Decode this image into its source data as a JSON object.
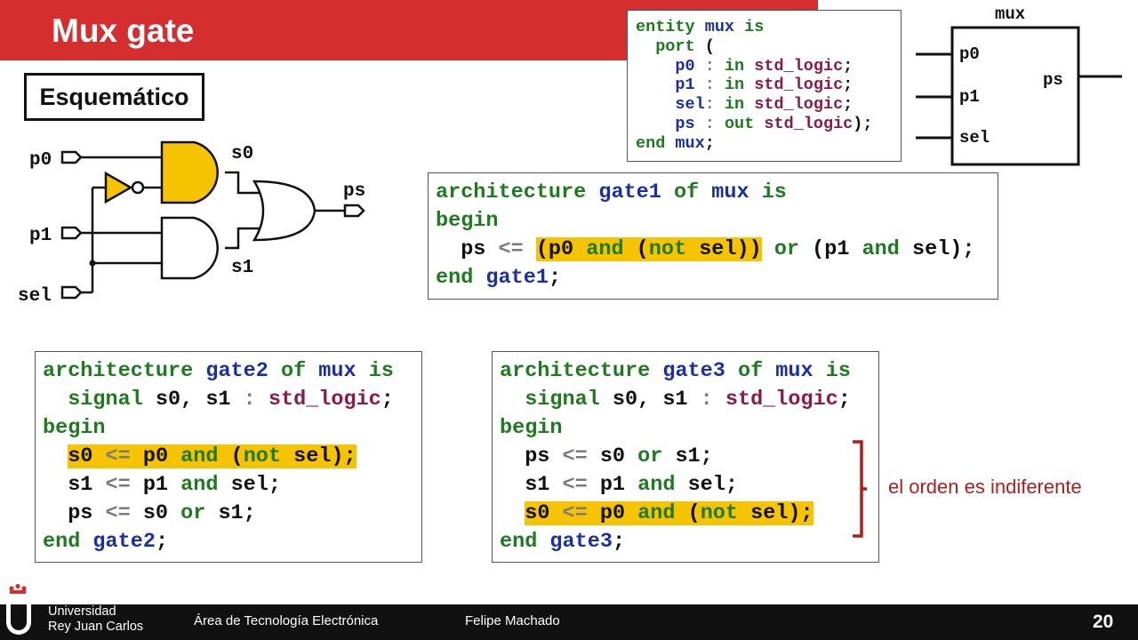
{
  "slide": {
    "title": "Mux gate",
    "section_label": "Esquemático",
    "page_number": "20"
  },
  "schematic": {
    "inputs": [
      "p0",
      "p1",
      "sel"
    ],
    "signals": [
      "s0",
      "s1"
    ],
    "output": "ps",
    "colors": {
      "and_top_fill": "#f6c300",
      "inverter_fill": "#f6c300",
      "stroke": "#111111"
    }
  },
  "block": {
    "name": "mux",
    "ports_in": [
      "p0",
      "p1",
      "sel"
    ],
    "port_out": "ps"
  },
  "entity_code": [
    [
      [
        "kw",
        "entity "
      ],
      [
        "id",
        "mux"
      ],
      [
        "kw",
        " is"
      ]
    ],
    [
      [
        "kw",
        "  port "
      ],
      [
        "tx",
        "("
      ]
    ],
    [
      [
        "id",
        "    p0 "
      ],
      [
        "op",
        ": "
      ],
      [
        "kw",
        "in "
      ],
      [
        "ty",
        "std_logic"
      ],
      [
        "tx",
        ";"
      ]
    ],
    [
      [
        "id",
        "    p1 "
      ],
      [
        "op",
        ": "
      ],
      [
        "kw",
        "in "
      ],
      [
        "ty",
        "std_logic"
      ],
      [
        "tx",
        ";"
      ]
    ],
    [
      [
        "id",
        "    sel"
      ],
      [
        "op",
        ": "
      ],
      [
        "kw",
        "in "
      ],
      [
        "ty",
        "std_logic"
      ],
      [
        "tx",
        ";"
      ]
    ],
    [
      [
        "id",
        "    ps "
      ],
      [
        "op",
        ": "
      ],
      [
        "kw",
        "out "
      ],
      [
        "ty",
        "std_logic"
      ],
      [
        "tx",
        ");"
      ]
    ],
    [
      [
        "kw",
        "end "
      ],
      [
        "id",
        "mux"
      ],
      [
        "tx",
        ";"
      ]
    ]
  ],
  "gate1_code": [
    [
      [
        "kw",
        "architecture "
      ],
      [
        "id",
        "gate1 "
      ],
      [
        "kw",
        "of "
      ],
      [
        "id",
        "mux "
      ],
      [
        "kw",
        "is"
      ]
    ],
    [
      [
        "kw",
        "begin"
      ]
    ],
    [
      [
        "tx",
        "  ps "
      ],
      [
        "op",
        "<= "
      ],
      [
        "hl:tx",
        "(p0 "
      ],
      [
        "hl:kw",
        "and "
      ],
      [
        "hl:tx",
        "("
      ],
      [
        "hl:kw",
        "not "
      ],
      [
        "hl:tx",
        "sel))"
      ],
      [
        "kw",
        " or "
      ],
      [
        "tx",
        "(p1 "
      ],
      [
        "kw",
        "and "
      ],
      [
        "tx",
        "sel);"
      ]
    ],
    [
      [
        "kw",
        "end "
      ],
      [
        "id",
        "gate1"
      ],
      [
        "tx",
        ";"
      ]
    ]
  ],
  "gate2_code": [
    [
      [
        "kw",
        "architecture "
      ],
      [
        "id",
        "gate2 "
      ],
      [
        "kw",
        "of "
      ],
      [
        "id",
        "mux "
      ],
      [
        "kw",
        "is"
      ]
    ],
    [
      [
        "kw",
        "  signal "
      ],
      [
        "tx",
        "s0, s1 "
      ],
      [
        "op",
        ": "
      ],
      [
        "ty",
        "std_logic"
      ],
      [
        "tx",
        ";"
      ]
    ],
    [
      [
        "kw",
        "begin"
      ]
    ],
    [
      [
        "tx",
        "  "
      ],
      [
        "hl:tx",
        "s0 "
      ],
      [
        "hl:op",
        "<= "
      ],
      [
        "hl:tx",
        "p0 "
      ],
      [
        "hl:kw",
        "and "
      ],
      [
        "hl:tx",
        "("
      ],
      [
        "hl:kw",
        "not "
      ],
      [
        "hl:tx",
        "sel);"
      ]
    ],
    [
      [
        "tx",
        "  s1 "
      ],
      [
        "op",
        "<= "
      ],
      [
        "tx",
        "p1 "
      ],
      [
        "kw",
        "and "
      ],
      [
        "tx",
        "sel;"
      ]
    ],
    [
      [
        "tx",
        "  ps "
      ],
      [
        "op",
        "<= "
      ],
      [
        "tx",
        "s0 "
      ],
      [
        "kw",
        "or "
      ],
      [
        "tx",
        "s1;"
      ]
    ],
    [
      [
        "kw",
        "end "
      ],
      [
        "id",
        "gate2"
      ],
      [
        "tx",
        ";"
      ]
    ]
  ],
  "gate3_code": [
    [
      [
        "kw",
        "architecture "
      ],
      [
        "id",
        "gate3 "
      ],
      [
        "kw",
        "of "
      ],
      [
        "id",
        "mux "
      ],
      [
        "kw",
        "is"
      ]
    ],
    [
      [
        "kw",
        "  signal "
      ],
      [
        "tx",
        "s0, s1 "
      ],
      [
        "op",
        ": "
      ],
      [
        "ty",
        "std_logic"
      ],
      [
        "tx",
        ";"
      ]
    ],
    [
      [
        "kw",
        "begin"
      ]
    ],
    [
      [
        "tx",
        "  ps "
      ],
      [
        "op",
        "<= "
      ],
      [
        "tx",
        "s0 "
      ],
      [
        "kw",
        "or "
      ],
      [
        "tx",
        "s1;"
      ]
    ],
    [
      [
        "tx",
        "  s1 "
      ],
      [
        "op",
        "<= "
      ],
      [
        "tx",
        "p1 "
      ],
      [
        "kw",
        "and "
      ],
      [
        "tx",
        "sel;"
      ]
    ],
    [
      [
        "tx",
        "  "
      ],
      [
        "hl:tx",
        "s0 "
      ],
      [
        "hl:op",
        "<= "
      ],
      [
        "hl:tx",
        "p0 "
      ],
      [
        "hl:kw",
        "and "
      ],
      [
        "hl:tx",
        "("
      ],
      [
        "hl:kw",
        "not "
      ],
      [
        "hl:tx",
        "sel);"
      ]
    ],
    [
      [
        "kw",
        "end "
      ],
      [
        "id",
        "gate3"
      ],
      [
        "tx",
        ";"
      ]
    ]
  ],
  "note": "el orden es indiferente",
  "footer": {
    "university_line1": "Universidad",
    "university_line2": "Rey Juan Carlos",
    "department": "Área de Tecnología Electrónica",
    "author": "Felipe Machado",
    "logo_icon": "urjc-logo-icon"
  },
  "colors": {
    "title_bar": "#d42e2e",
    "keyword": "#1f7a1f",
    "identifier": "#1a2fa0",
    "type": "#8b1a4a",
    "operator": "#7a7a7a",
    "highlight": "#f6c300",
    "note": "#b21c1c",
    "footer": "#111111"
  }
}
